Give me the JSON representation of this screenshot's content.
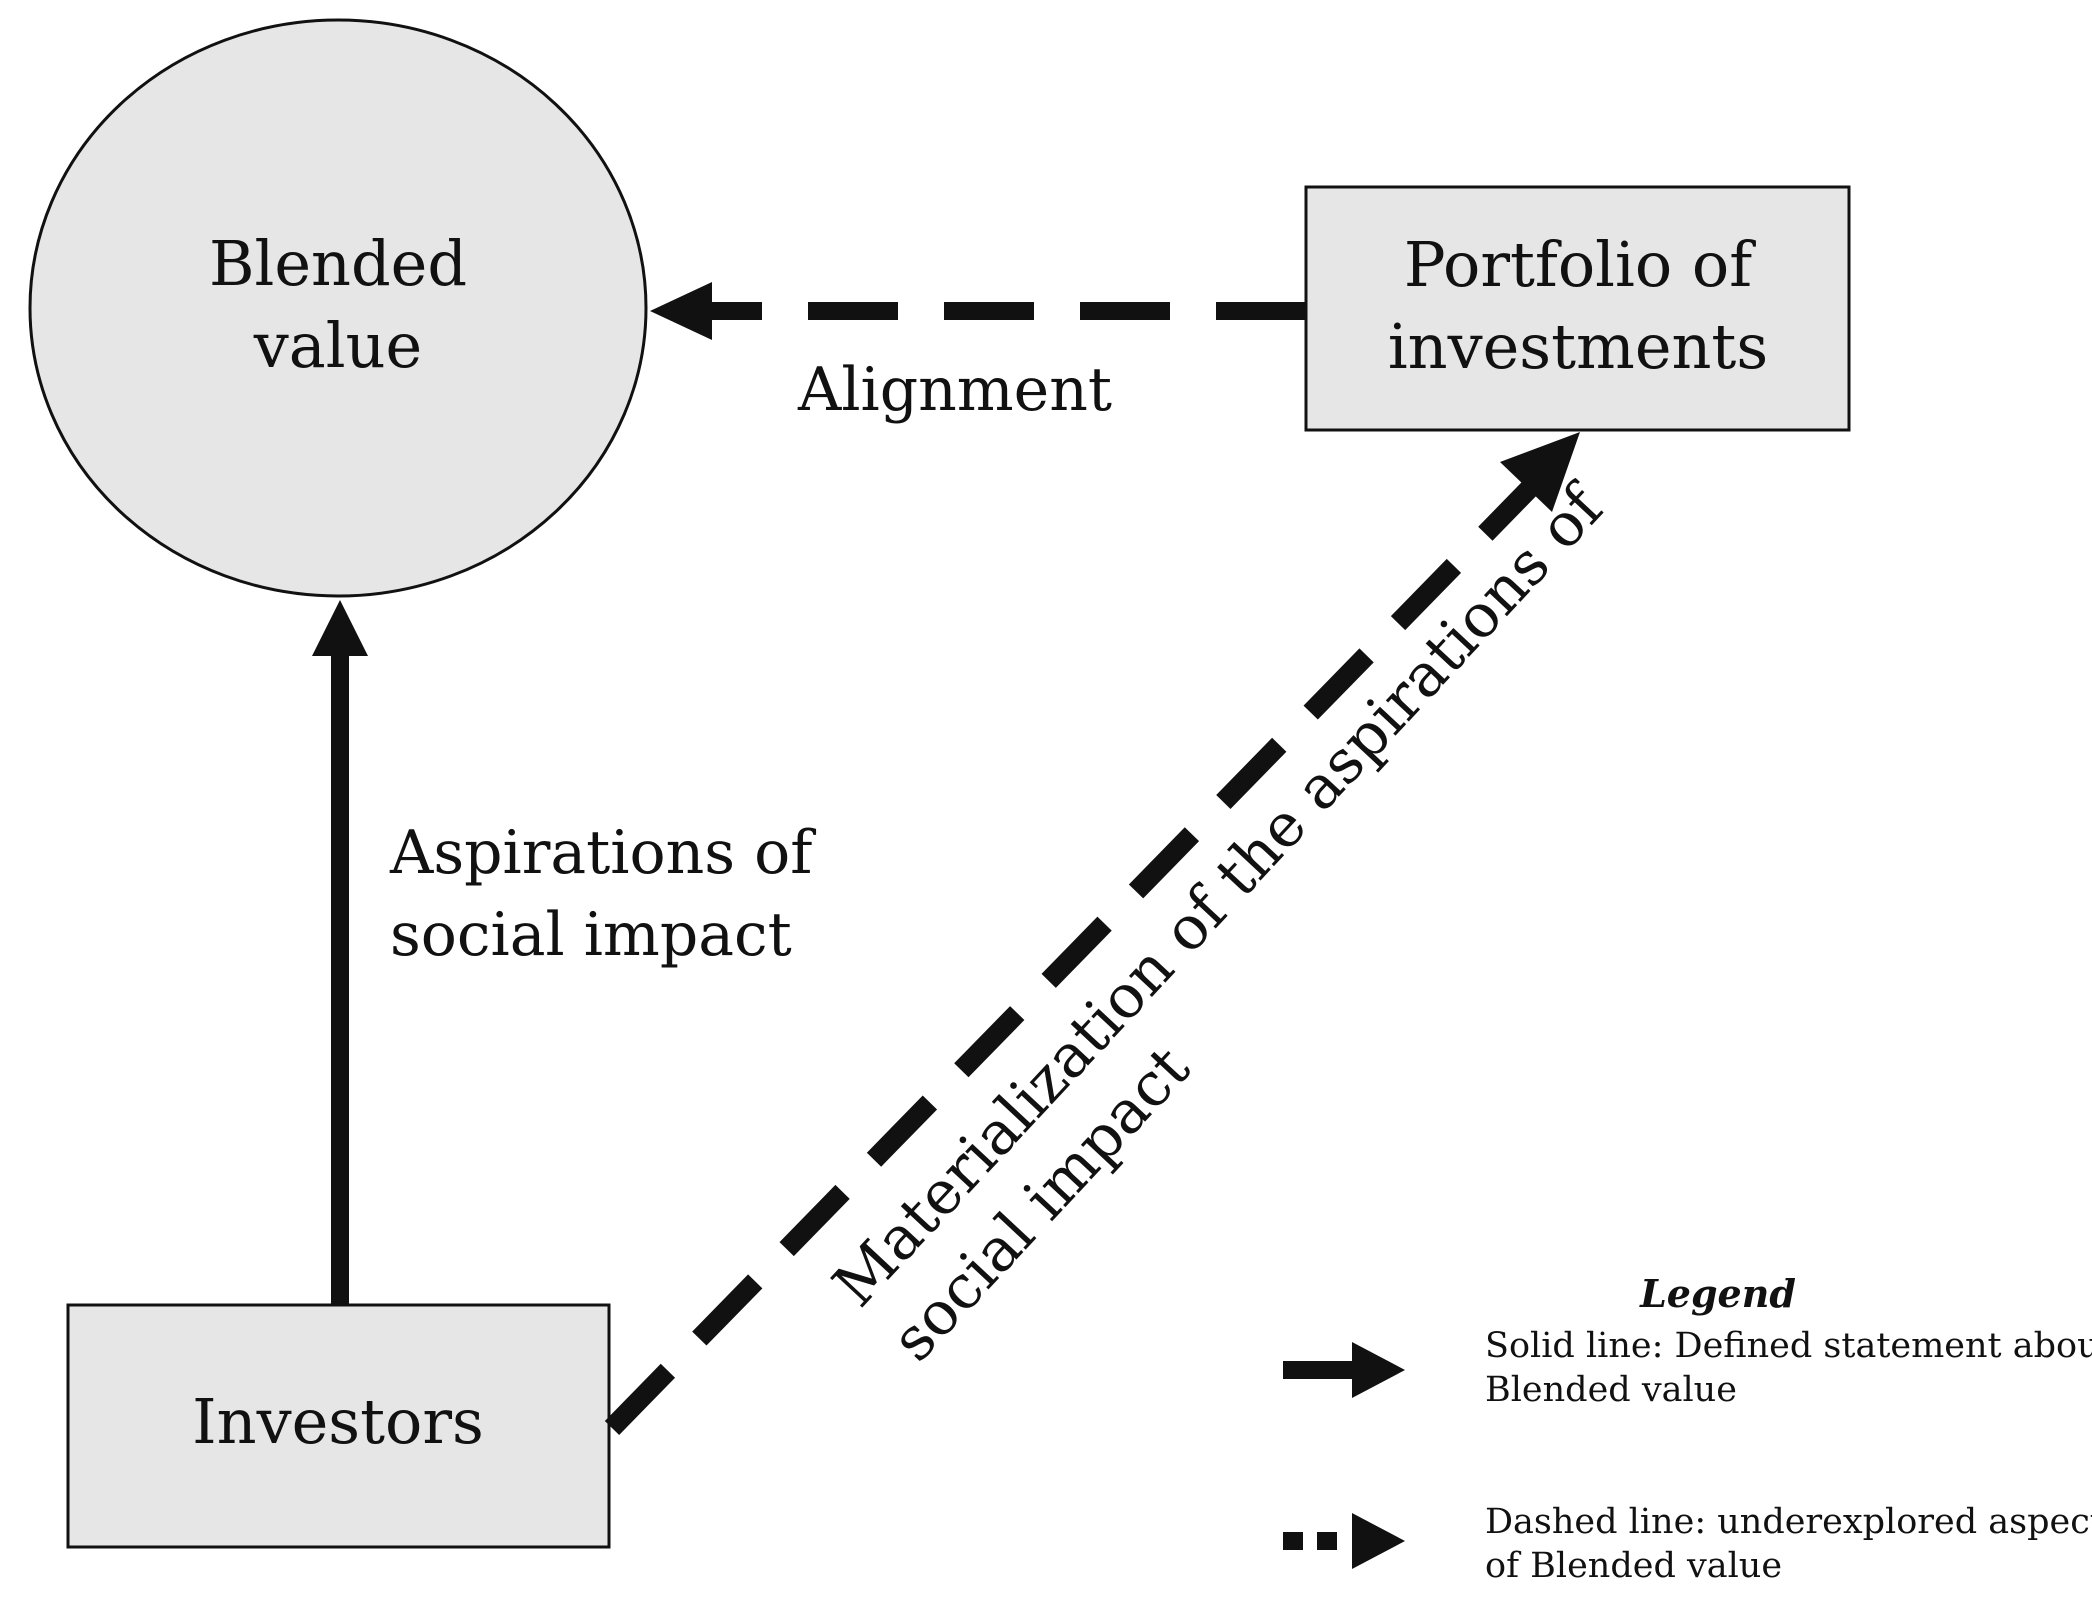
{
  "nodes": {
    "blended_value": {
      "lines": [
        "Blended",
        "value"
      ]
    },
    "portfolio": {
      "lines": [
        "Portfolio of",
        "investments"
      ]
    },
    "investors": {
      "lines": [
        "Investors"
      ]
    }
  },
  "edges": {
    "alignment": {
      "label_lines": [
        "Alignment"
      ],
      "style": "dashed"
    },
    "aspirations": {
      "label_lines": [
        "Aspirations of",
        "social impact"
      ],
      "style": "solid"
    },
    "materialization": {
      "label_lines": [
        "Materialization of the aspirations of",
        "social impact"
      ],
      "style": "dashed"
    }
  },
  "legend": {
    "title": "Legend",
    "solid": {
      "lines": [
        "Solid line: Defined statement about",
        "Blended value"
      ]
    },
    "dashed": {
      "lines": [
        "Dashed line: underexplored aspects",
        "of Blended value"
      ]
    }
  },
  "colors": {
    "node_fill": "#e6e6e6",
    "stroke": "#111111",
    "background": "#ffffff"
  }
}
